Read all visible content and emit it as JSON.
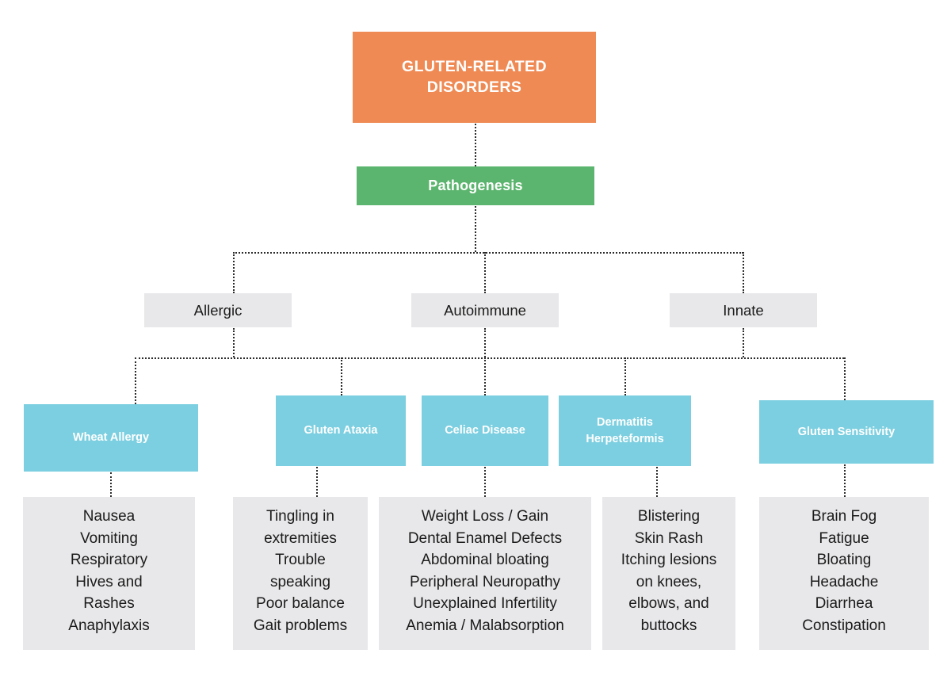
{
  "diagram": {
    "title": "GLUTEN-RELATED DISORDERS",
    "root": {
      "label": "GLUTEN-RELATED DISORDERS",
      "color": "#ef8a54"
    },
    "pathogenesis": {
      "label": "Pathogenesis",
      "color": "#5cb56e"
    },
    "mechanisms": [
      {
        "label": "Allergic"
      },
      {
        "label": "Autoimmune"
      },
      {
        "label": "Innate"
      }
    ],
    "mechanism_color": "#e8e8ea",
    "disorder_color": "#7ccfe0",
    "symptom_color": "#e8e8ea",
    "disorders": [
      {
        "label": "Wheat Allergy",
        "symptoms": "Nausea\nVomiting\nRespiratory\nHives and\nRashes\nAnaphylaxis"
      },
      {
        "label": "Gluten Ataxia",
        "symptoms": "Tingling in\nextremities\nTrouble\nspeaking\nPoor balance\nGait problems"
      },
      {
        "label": "Celiac Disease",
        "symptoms": "Weight Loss / Gain\nDental Enamel Defects\nAbdominal bloating\nPeripheral Neuropathy\nUnexplained Infertility\nAnemia / Malabsorption"
      },
      {
        "label": "Dermatitis\nHerpeteformis",
        "symptoms": "Blistering\nSkin Rash\nItching lesions\non knees,\nelbows, and\nbuttocks"
      },
      {
        "label": "Gluten Sensitivity",
        "symptoms": "Brain Fog\nFatigue\nBloating\nHeadache\nDiarrhea\nConstipation"
      }
    ]
  }
}
